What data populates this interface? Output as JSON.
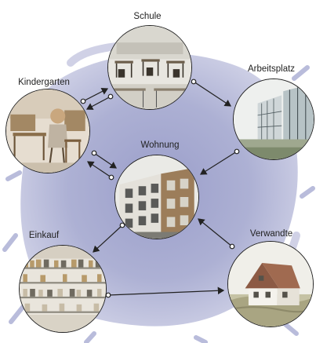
{
  "nodes": {
    "schule": {
      "label": "Schule"
    },
    "arbeitsplatz": {
      "label": "Arbeitsplatz"
    },
    "kindergarten": {
      "label": "Kindergarten"
    },
    "wohnung": {
      "label": "Wohnung"
    },
    "einkauf": {
      "label": "Einkauf"
    },
    "verwandte": {
      "label": "Verwandte"
    }
  },
  "photos": {
    "schule": "classroom-photo",
    "arbeitsplatz": "office-building-photo",
    "kindergarten": "kindergarten-child-photo",
    "wohnung": "apartment-building-photo",
    "einkauf": "supermarket-shelves-photo",
    "verwandte": "country-house-photo"
  },
  "colors": {
    "wash": "#a4a8cf",
    "wash_dark": "#8b8fc0",
    "stroke": "#222222"
  }
}
